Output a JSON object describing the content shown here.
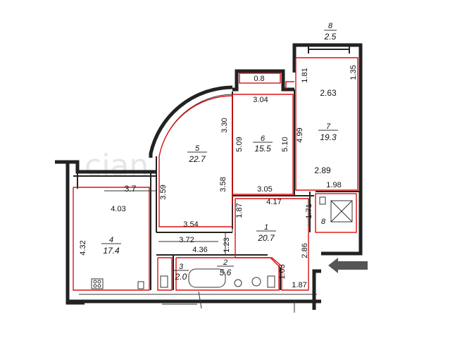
{
  "watermark": "cian",
  "arrow_color": "#555555",
  "outline_color": "#dd1111",
  "balcony_8": {
    "number": "8",
    "area": "2.5"
  },
  "rooms": [
    {
      "id": "r1",
      "number": "1",
      "area": "20.7"
    },
    {
      "id": "r2",
      "number": "2",
      "area": "5.6"
    },
    {
      "id": "r3",
      "number": "3",
      "area": "2.0"
    },
    {
      "id": "r4",
      "number": "4",
      "area": "17.4"
    },
    {
      "id": "r5",
      "number": "5",
      "area": "22.7"
    },
    {
      "id": "r6",
      "number": "6",
      "area": "15.5"
    },
    {
      "id": "r7",
      "number": "7",
      "area": "19.3"
    }
  ],
  "small_room_8": "8",
  "dimensions": {
    "d0_8": "0.8",
    "d3_04": "3.04",
    "d1_81": "1.81",
    "d1_35": "1.35",
    "d2_63": "2.63",
    "d3_30": "3.30",
    "d5_09": "5.09",
    "d5_10": "5.10",
    "d4_99": "4.99",
    "d2_89": "2.89",
    "d3_7": "3.7",
    "d3_59": "3.59",
    "d3_58": "3.58",
    "d3_05": "3.05",
    "d1_98": "1.98",
    "d4_03": "4.03",
    "d4_17": "4.17",
    "d1_87a": "1.87",
    "d1_71": "1.71",
    "d3_54": "3.54",
    "d3_72": "3.72",
    "d4_32": "4.32",
    "d4_36": "4.36",
    "d1_23": "1.23",
    "d2_86": "2.86",
    "d1_05": "1.05",
    "d1_87b": "1.87"
  }
}
